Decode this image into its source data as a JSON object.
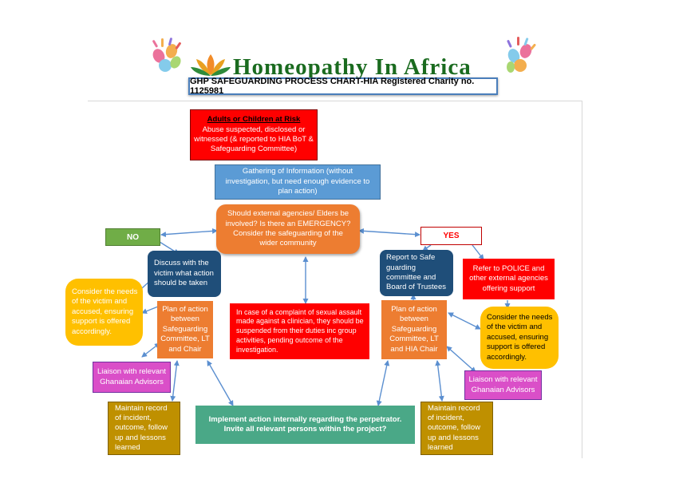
{
  "header": {
    "brand": "Homeopathy In Africa",
    "subtitle": "GHP SAFEGUARDING PROCESS CHART-HIA Registered Charity no. 1125981"
  },
  "nodes": {
    "at_risk": {
      "title": "Adults or Children at Risk",
      "body": "Abuse suspected, disclosed or witnessed (& reported to HIA BoT & Safeguarding Committee)"
    },
    "gathering": "Gathering of Information (without investigation, but need enough evidence to plan action)",
    "decision": "Should external agencies/ Elders be involved? Is there an EMERGENCY? Consider the safeguarding of the wider community",
    "no": "NO",
    "yes": "YES",
    "discuss": "Discuss with the victim what action should be taken",
    "report": "Report to Safe guarding committee and Board of Trustees",
    "police": "Refer to POLICE and other external agencies offering support",
    "needs_left": "Consider the needs of the victim and accused, ensuring support is offered accordingly.",
    "needs_right": "Consider the needs of the victim and accused, ensuring support is offered accordingly.",
    "plan_left": "Plan of action between Safeguarding Committee, LT and Chair",
    "plan_right": "Plan of action between Safeguarding Committee, LT and HIA Chair",
    "complaint": "In case of a complaint of sexual assault made against a clinician, they should be suspended from their duties inc group activities, pending outcome of the investigation.",
    "liaison_left": "Liaison with relevant Ghanaian Advisors",
    "liaison_right": "Liaison with relevant Ghanaian Advisors",
    "record_left": "Maintain record of incident, outcome, follow up and lessons learned",
    "record_right": "Maintain record of incident, outcome, follow up and lessons learned",
    "implement": "Implement action internally regarding the perpetrator. Invite all relevant persons within the project?"
  },
  "colors": {
    "red": "#ff0000",
    "blue": "#5b9bd5",
    "orange": "#ed7d31",
    "navy": "#1f4e79",
    "yellow": "#ffc000",
    "gold": "#bf9000",
    "magenta": "#da4fc8",
    "teal": "#4aa887",
    "green": "#70ad47",
    "arrow": "#5b8fd0",
    "brand_green": "#1a6b1f"
  },
  "icons": [
    "handprint-icon",
    "lotus-logo-icon"
  ]
}
